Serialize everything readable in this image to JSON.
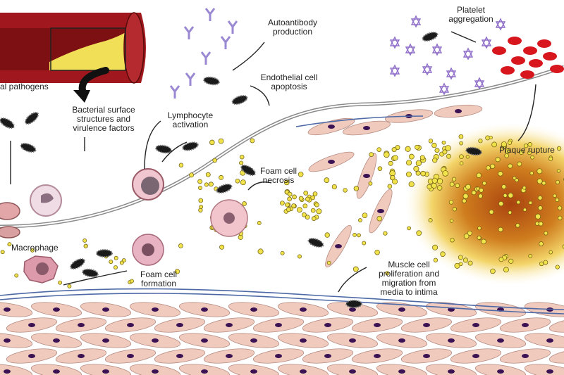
{
  "labels": {
    "pathogens": "al pathogens",
    "bacterial_surface": "Bacterial surface\nstructures and\nvirulence factors",
    "lymphocyte_activation": "Lymphocyte\nactivation",
    "autoantibody_production": "Autoantibody\nproduction",
    "endothelial_apoptosis": "Endothelial cell\napoptosis",
    "platelet_aggregation": "Platelet\naggregation",
    "foam_cell_necrosis": "Foam cell\nnecrosis",
    "plaque_rupture": "Plaque rupture",
    "macrophage": "Macrophage",
    "foam_cell_formation": "Foam cell\nformation",
    "muscle_cell": "Muscle cell\nproliferation and\nmigration from\nmedia to intima"
  },
  "colors": {
    "vessel_wall": "#a0181d",
    "plaque_yellow": "#f1df57",
    "smooth_muscle": "#f0cbbd",
    "nucleus": "#3b1354",
    "lipid": "#f0e24a",
    "platelet": "#d7161e",
    "antibody": "#9a88d3",
    "necrotic_core": "#a9430f",
    "fibre_blue": "#4d69a6"
  }
}
